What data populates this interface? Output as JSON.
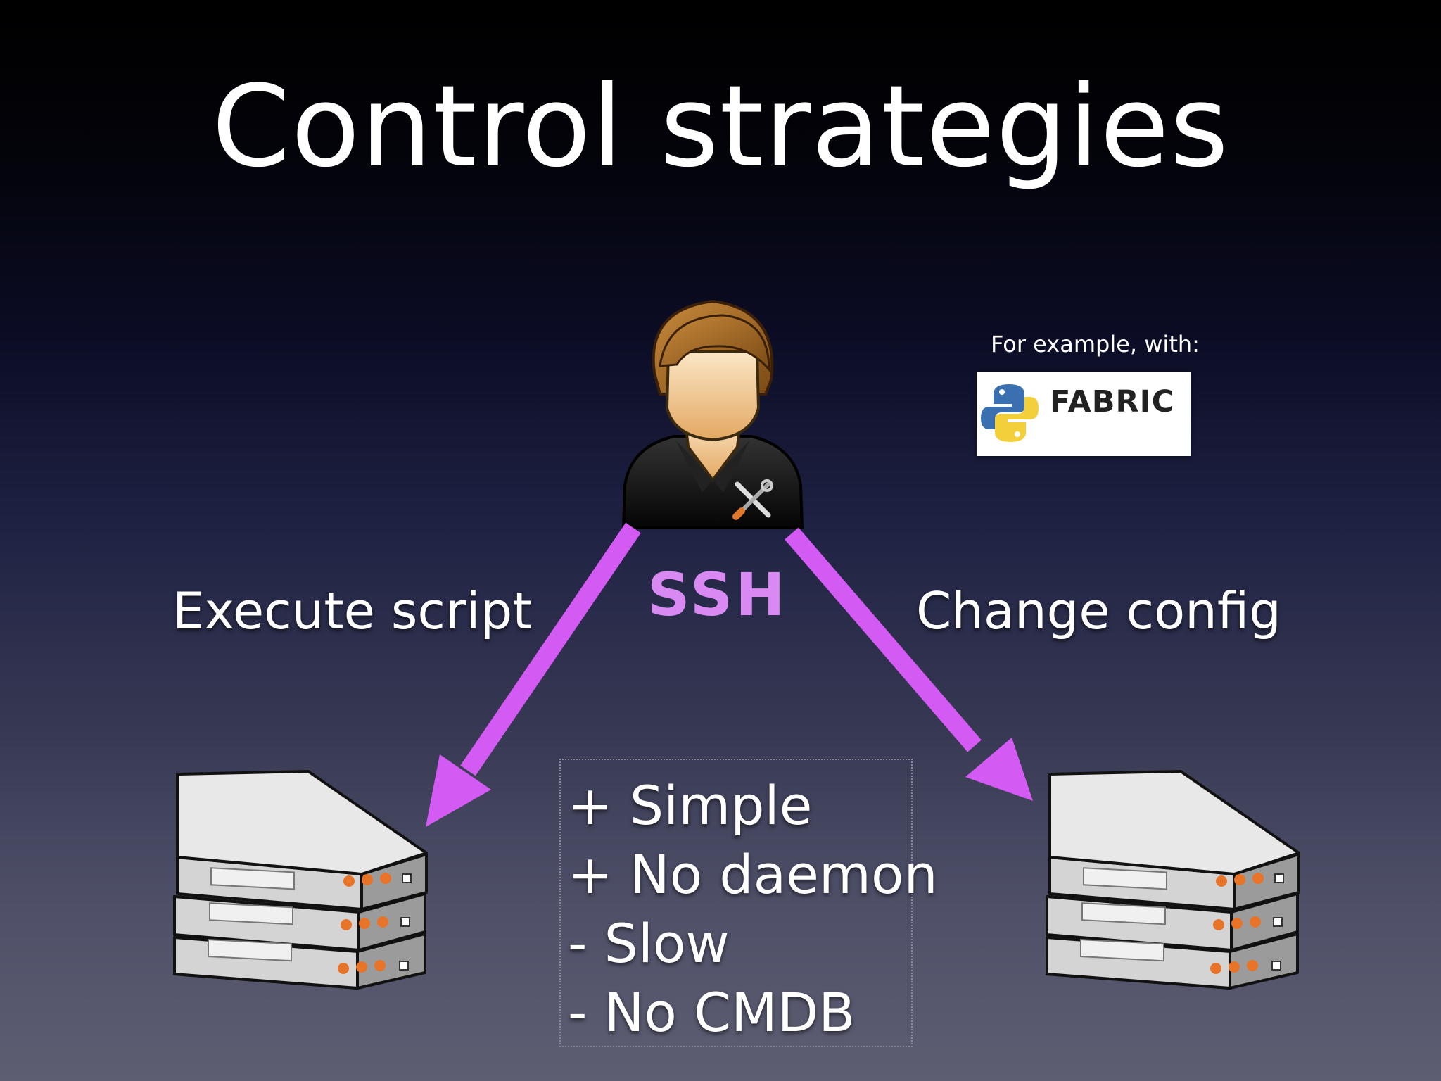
{
  "title": "Control strategies",
  "ssh_label": "SSH",
  "left_label": "Execute script",
  "right_label": "Change config",
  "example": {
    "caption": "For example, with:",
    "logo_text": "FABRIC"
  },
  "points": [
    "+ Simple",
    "+ No daemon",
    "- Slow",
    "- No CMDB"
  ],
  "colors": {
    "arrow": "#d35af2",
    "ssh_text": "#d889f2",
    "server_body": "#c9c9c9",
    "server_led": "#e8742a"
  },
  "icons": [
    "admin-user-icon",
    "tools-icon",
    "server-stack-icon",
    "python-logo-icon"
  ]
}
